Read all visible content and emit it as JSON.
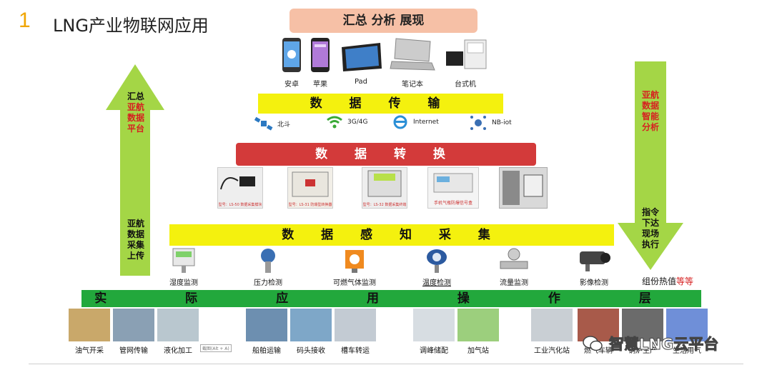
{
  "header": {
    "number": "1",
    "title": "LNG产业物联网应用"
  },
  "summary_box": {
    "label": "汇总 分析 展现"
  },
  "devices": [
    {
      "label": "安卓",
      "icon": "android-phone-icon"
    },
    {
      "label": "苹果",
      "icon": "iphone-icon"
    },
    {
      "label": "Pad",
      "icon": "tablet-icon"
    },
    {
      "label": "笔记本",
      "icon": "laptop-icon"
    },
    {
      "label": "台式机",
      "icon": "desktop-icon"
    }
  ],
  "bars": {
    "transmission": "数 据 传 输",
    "conversion": "数 据 转 换",
    "sensing": "数 据 感 知 采 集",
    "application": "实 际 应 用 操 作 层"
  },
  "networks": [
    {
      "label": "北斗",
      "icon": "satellite-icon"
    },
    {
      "label": "3G/4G",
      "icon": "wifi-signal-icon"
    },
    {
      "label": "Internet",
      "icon": "internet-explorer-icon"
    },
    {
      "label": "NB-iot",
      "icon": "iot-hub-icon"
    }
  ],
  "converter_captions": [
    "型号：LS-50 数据采集模块",
    "型号：LS-31 防爆型转换器",
    "型号：LS-32 数据采集终端",
    "手机气瓶防爆信号盒",
    ""
  ],
  "sensors": [
    {
      "label": "湿度监测",
      "icon": "humidity-sensor-icon"
    },
    {
      "label": "压力检测",
      "icon": "pressure-transmitter-icon"
    },
    {
      "label": "可燃气体监测",
      "icon": "gas-detector-icon"
    },
    {
      "label": "温度检测",
      "icon": "temperature-sensor-icon"
    },
    {
      "label": "流量监测",
      "icon": "flowmeter-icon"
    },
    {
      "label": "影像检测",
      "icon": "camera-icon"
    }
  ],
  "extra_label": {
    "main": "组份热值",
    "accent": "等等"
  },
  "scenes": [
    "油气开采",
    "管网传输",
    "液化加工",
    "船舶运输",
    "码头接收",
    "槽车转运",
    "调峰储配",
    "加气站",
    "工业汽化站",
    "燃气车辆",
    "锅炉生产",
    "生活用气"
  ],
  "crop_tag": "截图(Alt + A)",
  "left_arrow": {
    "top_black": "汇总",
    "top_red": "亚航\n数据\n平台",
    "bottom": "亚航\n数据\n采集\n上传"
  },
  "right_arrow": {
    "top_red": "亚航\n数据\n智能\n分析",
    "bottom": "指令\n下达\n现场\n执行"
  },
  "watermark": "智慧LNG云平台",
  "colors": {
    "yellow": "#f4f10e",
    "red": "#d33a3a",
    "green": "#22a83c",
    "arrow": "#a4d646",
    "accent_red": "#d62020"
  }
}
